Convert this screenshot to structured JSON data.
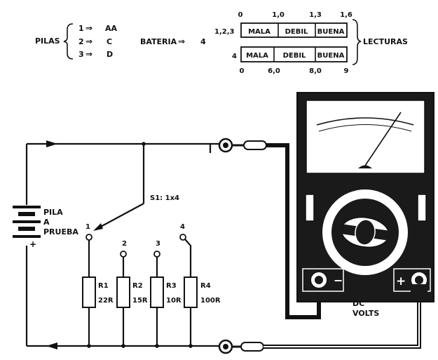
{
  "legend": {
    "pilas_label": "PILAS",
    "pilas": [
      {
        "num": "1",
        "type": "AA"
      },
      {
        "num": "2",
        "type": "C"
      },
      {
        "num": "3",
        "type": "D"
      }
    ],
    "arrow_glyph": "⇒",
    "bateria_label": "BATERIA",
    "bateria_value": "4"
  },
  "scales": {
    "top": {
      "row_label": "1,2,3",
      "ticks": [
        "0",
        "1,0",
        "1,3",
        "1,6"
      ],
      "zones": [
        "MALA",
        "DEBIL",
        "BUENA"
      ]
    },
    "bottom": {
      "row_label": "4",
      "ticks": [
        "0",
        "6,0",
        "8,0",
        "9"
      ],
      "zones": [
        "MALA",
        "DEBIL",
        "BUENA"
      ]
    },
    "lecturas_label": "LECTURAS"
  },
  "circuit": {
    "battery_label_lines": [
      "PILA",
      "A",
      "PRUEBA"
    ],
    "battery_plus": "+",
    "switch_label": "S1: 1x4",
    "switch_positions": [
      "1",
      "2",
      "3",
      "4"
    ],
    "resistors": [
      {
        "name": "R1",
        "value": "22R"
      },
      {
        "name": "R2",
        "value": "15R"
      },
      {
        "name": "R3",
        "value": "10R"
      },
      {
        "name": "R4",
        "value": "100R"
      }
    ]
  },
  "meter": {
    "minus_symbol": "−",
    "plus_symbol": "+",
    "mode_lines": [
      "DC",
      "VOLTS"
    ]
  }
}
